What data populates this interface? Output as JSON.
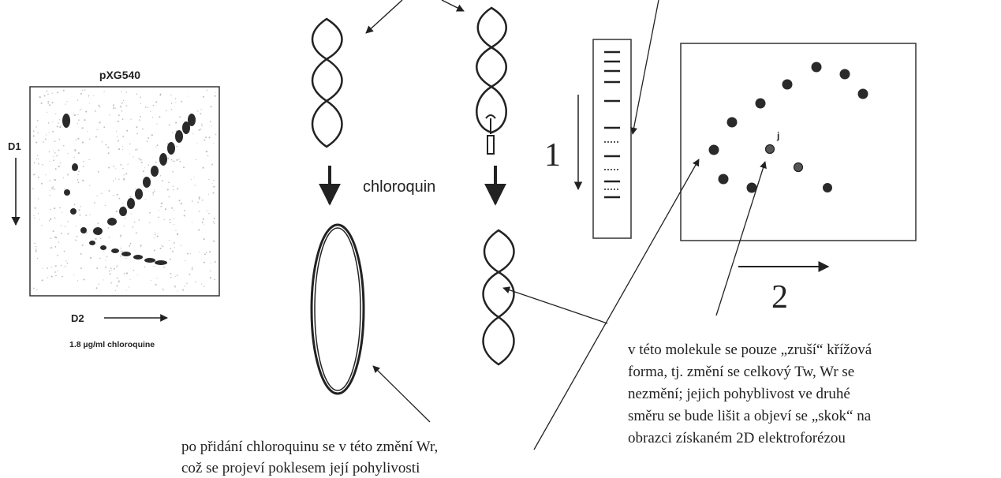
{
  "gel_panel": {
    "title": "pXG540",
    "d1_label": "D1",
    "d2_label": "D2",
    "caption": "1.8 µg/ml chloroquine"
  },
  "middle": {
    "chloroquin_label": "chloroquin"
  },
  "ladder": {
    "direction_label": "1"
  },
  "dots_panel": {
    "marker_label": "j",
    "direction_label": "2"
  },
  "notes": {
    "right": [
      "v této molekule se pouze „zruší“ křížová",
      "forma, tj. změní se celkový Tw, Wr se",
      "nezmění; jejich pohyblivost ve druhé",
      "směru se bude lišit a objeví se „skok“ na",
      "obrazci získaném 2D elektroforézou"
    ],
    "bottom": [
      "po přidání chloroquinu se v této změní Wr,",
      "což se projeví poklesem její pohylivosti"
    ]
  }
}
